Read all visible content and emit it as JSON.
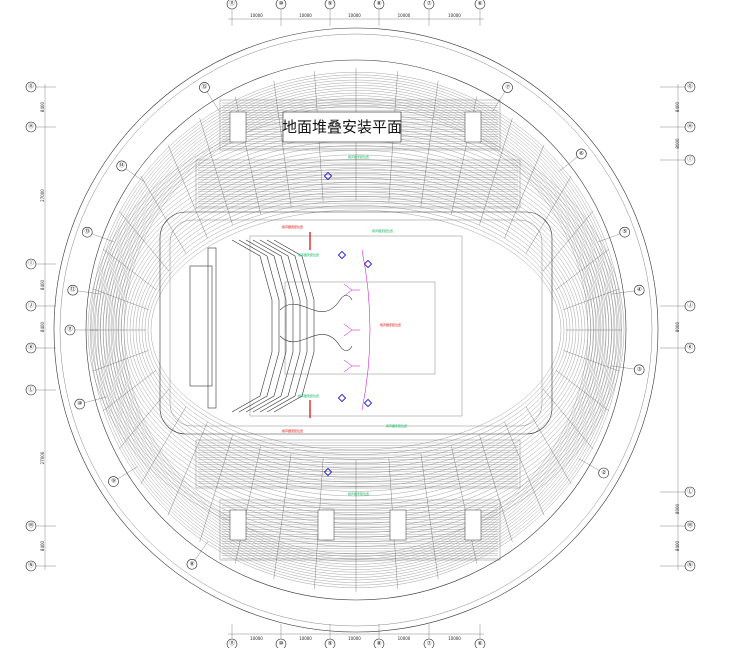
{
  "title": "地面堆叠安装平面",
  "top_axes": [
    "⑪",
    "⑩",
    "⑨",
    "⑧",
    "⑦",
    "⑥"
  ],
  "bottom_axes": [
    "⑪",
    "⑩",
    "⑨",
    "⑧",
    "⑦",
    "⑥"
  ],
  "top_dims": [
    "10000",
    "10000",
    "10000",
    "10000",
    "10000"
  ],
  "bottom_dims": [
    "10000",
    "10000",
    "10000",
    "10000",
    "10000"
  ],
  "left_axes": [
    "Ⓖ",
    "Ⓗ",
    "Ⓘ",
    "Ⓙ",
    "Ⓚ",
    "Ⓛ",
    "Ⓜ",
    "Ⓝ"
  ],
  "right_axes": [
    "Ⓖ",
    "Ⓗ",
    "Ⓘ",
    "Ⓙ",
    "Ⓚ",
    "Ⓛ",
    "Ⓜ",
    "Ⓝ"
  ],
  "left_dims": [
    "8400",
    "27000",
    "8400",
    "8400",
    "27000",
    "8400"
  ],
  "right_dims": [
    "8400",
    "8000",
    "8000",
    "8000",
    "8400"
  ],
  "ring_axes": [
    "⑮",
    "⑭",
    "⑬",
    "⑫",
    "⑪",
    "⑩",
    "⑨",
    "⑧",
    "⑦",
    "⑥",
    "⑤",
    "④",
    "③",
    "②"
  ],
  "green_labels": [
    "扬声器安装位置",
    "扬声器安装位置",
    "扬声器安装位置",
    "扬声器安装位置",
    "扬声器安装位置",
    "扬声器安装位置"
  ],
  "red_labels": [
    "扬声器安装位置",
    "扬声器安装位置",
    "扬声器安装位置"
  ]
}
